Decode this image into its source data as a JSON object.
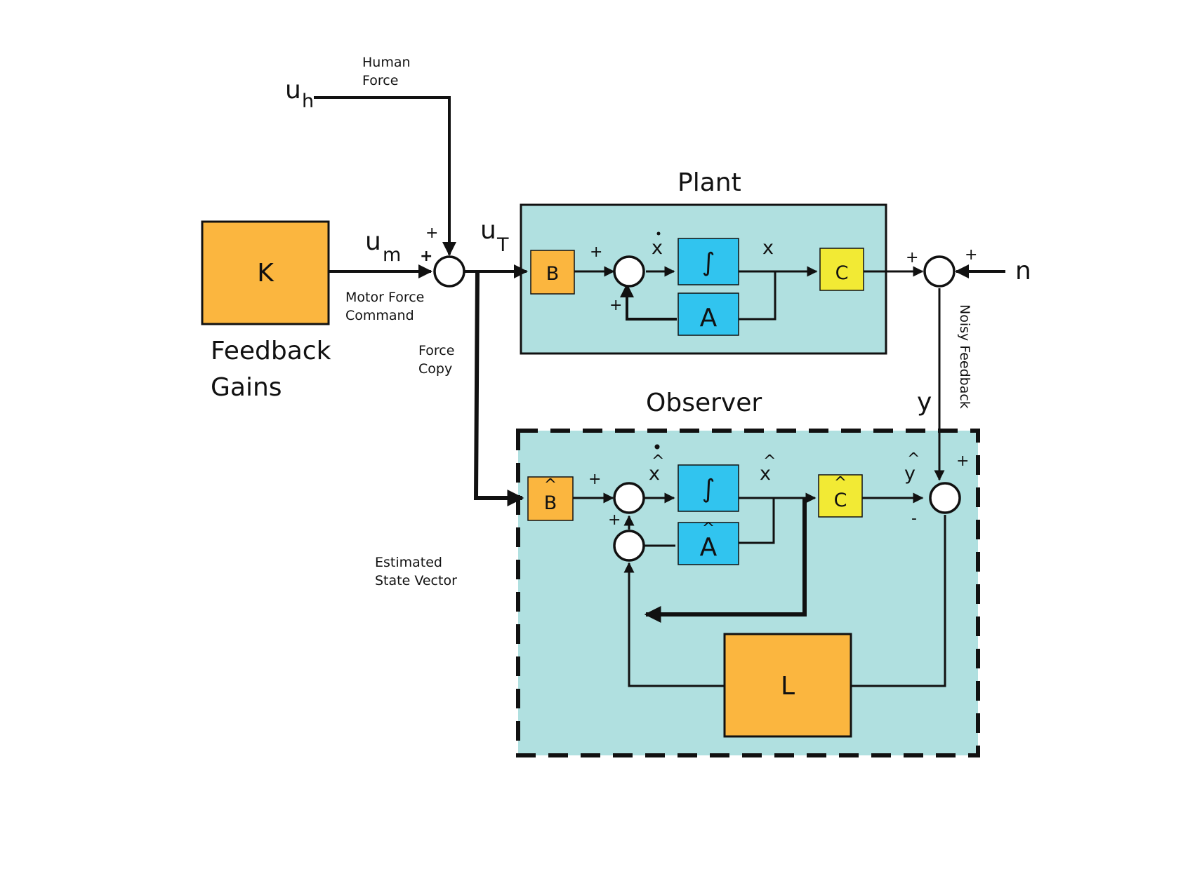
{
  "labels": {
    "uh_main": "u",
    "uh_sub": "h",
    "human_force_1": "Human",
    "human_force_2": "Force",
    "um_main": "u",
    "um_sub": "m",
    "motor_cmd_1": "Motor Force",
    "motor_cmd_2": "Command",
    "ut_main": "u",
    "ut_sub": "T",
    "force_copy_1": "Force",
    "force_copy_2": "Copy",
    "feedback_gains_1": "Feedback",
    "feedback_gains_2": "Gains",
    "plant_title": "Plant",
    "observer_title": "Observer",
    "noisy_feedback": "Noisy Feedback",
    "estimated_1": "Estimated",
    "estimated_2": "State Vector",
    "n": "n",
    "y": "y",
    "x": "x",
    "xdot": "x",
    "xhat": "x",
    "xhatdot": "x",
    "yhat": "y"
  },
  "blocks": {
    "K": "K",
    "B": "B",
    "C": "C",
    "A": "A",
    "integrator": "∫",
    "Bhat": "B",
    "Chat": "C",
    "Ahat": "A",
    "integrator_hat": "∫",
    "L": "L"
  },
  "signs": {
    "sum_force_top": "+",
    "sum_force_left": "+",
    "plant_sum_left": "+",
    "plant_sum_bottom": "+",
    "output_sum_left": "+",
    "output_sum_right": "+",
    "obs_sum_left": "+",
    "obs_sum_bottom": "+",
    "innov_sum_top": "+",
    "innov_sum_bottom": "-"
  },
  "colors": {
    "panel": "#b0e0e0",
    "orange": "#fbb63f",
    "blue": "#31c4ef",
    "yellow": "#f2ea34",
    "line": "#111111"
  }
}
